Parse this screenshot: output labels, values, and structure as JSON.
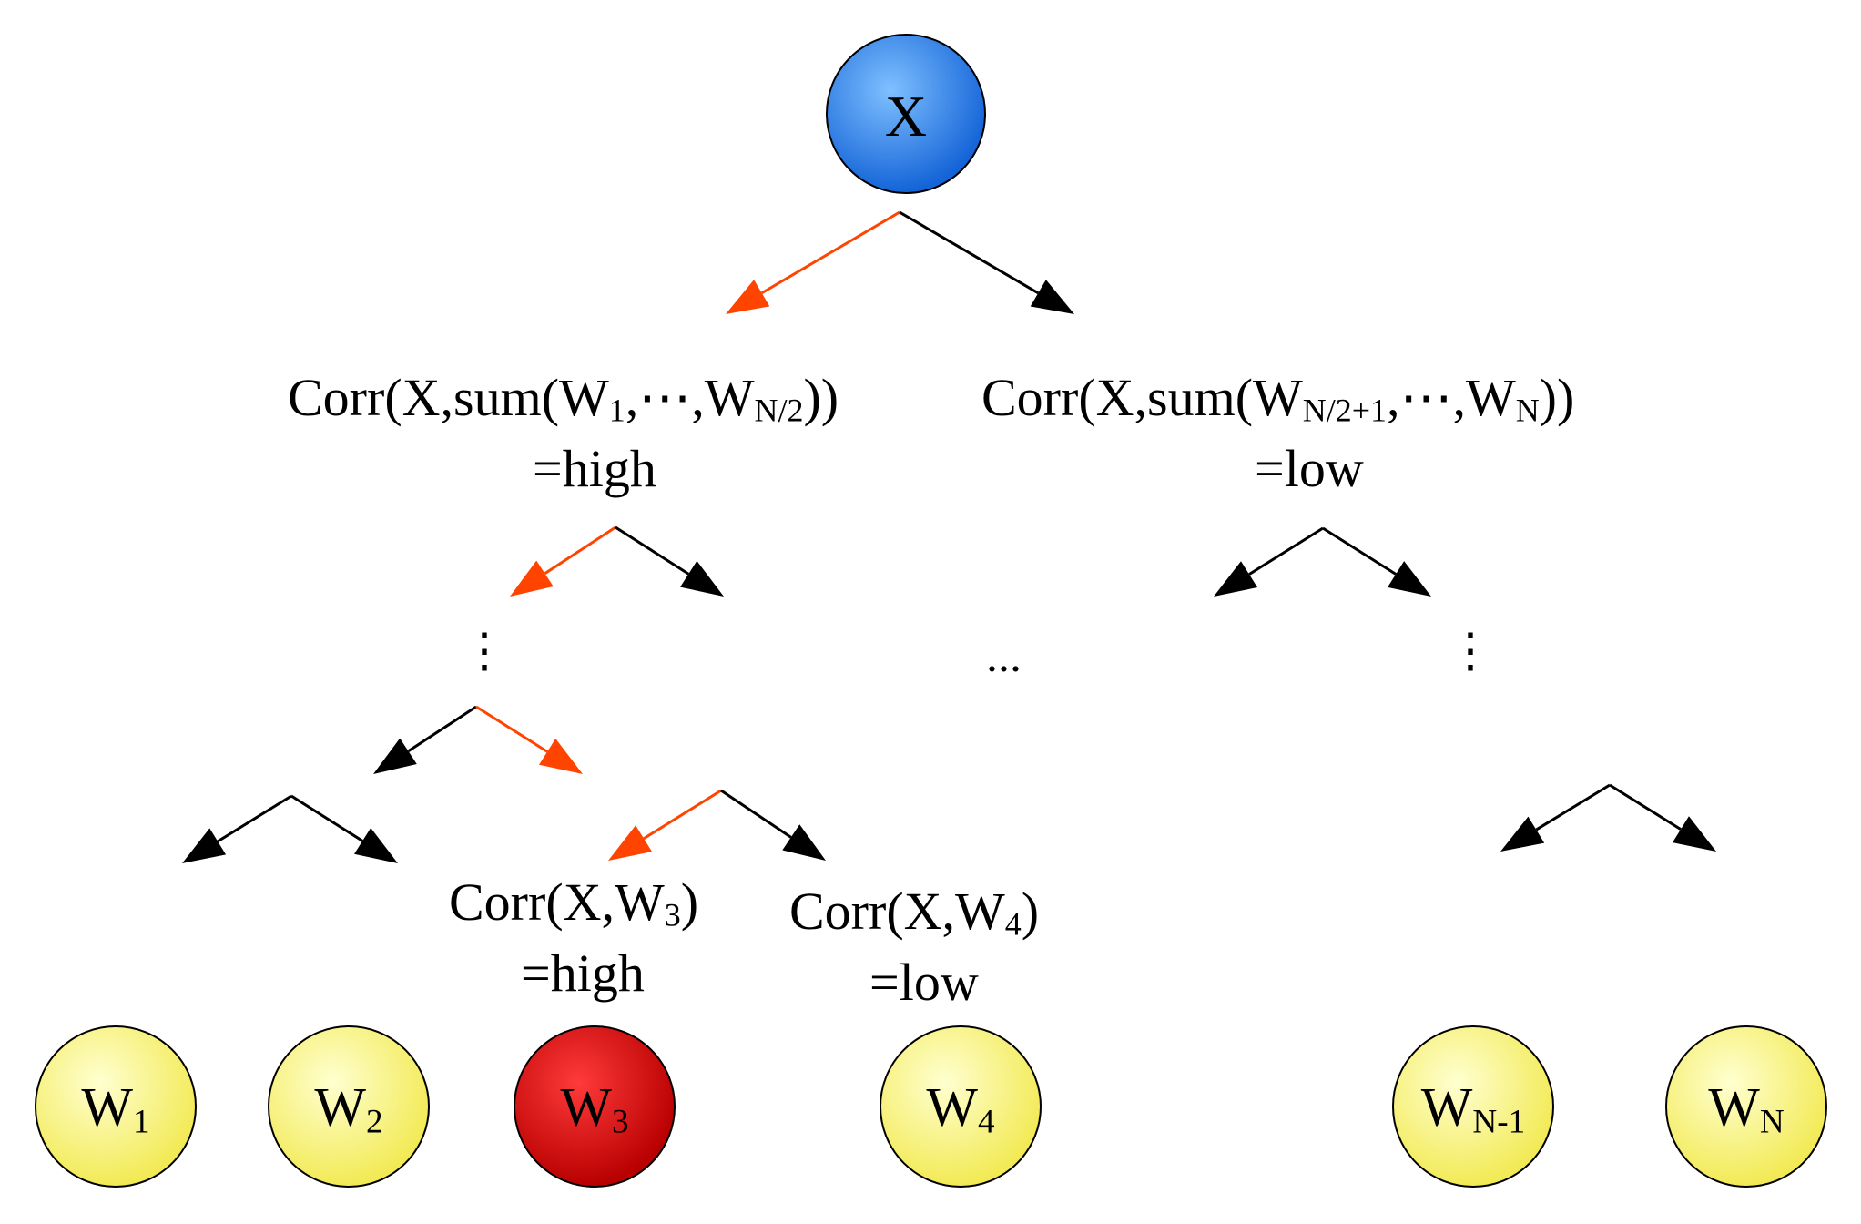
{
  "root": {
    "label": "X",
    "color": "#1a6fe0"
  },
  "labels": {
    "left_top": {
      "prefix": "Corr(X,sum(W",
      "s1": "1",
      "mid": ",⋯,W",
      "s2": "N/2",
      "suffix": "))",
      "line2": "=high"
    },
    "right_top": {
      "prefix": "Corr(X,sum(W",
      "s1": "N/2+1",
      "mid": ",⋯,W",
      "s2": "N",
      "suffix": "))",
      "line2": "=low"
    },
    "w3": {
      "prefix": "Corr(X,W",
      "s1": "3",
      "suffix": ")",
      "line2": "=high"
    },
    "w4": {
      "prefix": "Corr(X,W",
      "s1": "4",
      "suffix": ")",
      "line2": "=low"
    }
  },
  "ellipsis": {
    "vertical": "⋮",
    "horizontal": "..."
  },
  "leaves": [
    {
      "base": "W",
      "sub": "1",
      "color": "#f7f26a"
    },
    {
      "base": "W",
      "sub": "2",
      "color": "#f7f26a"
    },
    {
      "base": "W",
      "sub": "3",
      "color": "#cc0000"
    },
    {
      "base": "W",
      "sub": "4",
      "color": "#f7f26a"
    },
    {
      "base": "W",
      "sub": "N-1",
      "color": "#f7f26a"
    },
    {
      "base": "W",
      "sub": "N",
      "color": "#f7f26a"
    }
  ],
  "colors": {
    "highlight_arrow": "#ff4400",
    "arrow": "#000000"
  }
}
